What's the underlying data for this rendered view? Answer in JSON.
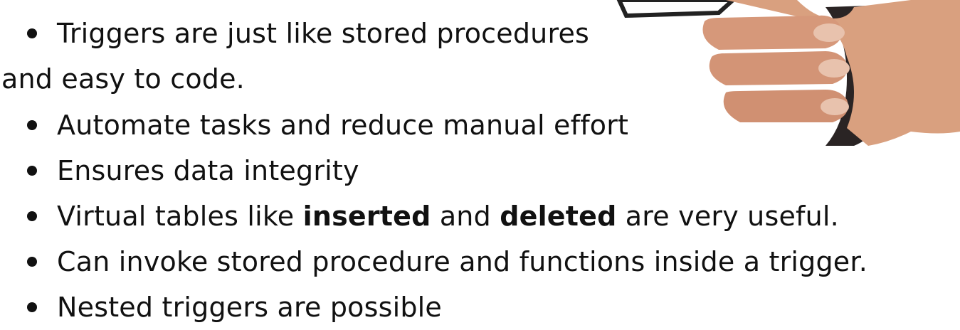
{
  "bullets": {
    "item1_line1": "Triggers are just like stored procedures",
    "item1_line2": "and easy to code.",
    "item2": "Automate tasks and reduce manual effort",
    "item3": "Ensures data integrity",
    "item4": {
      "pre": "Virtual tables like ",
      "bold1": "inserted",
      "mid": " and ",
      "bold2": "deleted",
      "post": " are very useful."
    },
    "item5": "Can invoke stored procedure and functions inside a trigger.",
    "item6": "Nested triggers are possible"
  },
  "colors": {
    "text": "#111111",
    "background": "#ffffff",
    "skin": "#d9a07f",
    "grip": "#2a2424"
  },
  "image": {
    "icon": "hand-holding-gun-grip"
  }
}
